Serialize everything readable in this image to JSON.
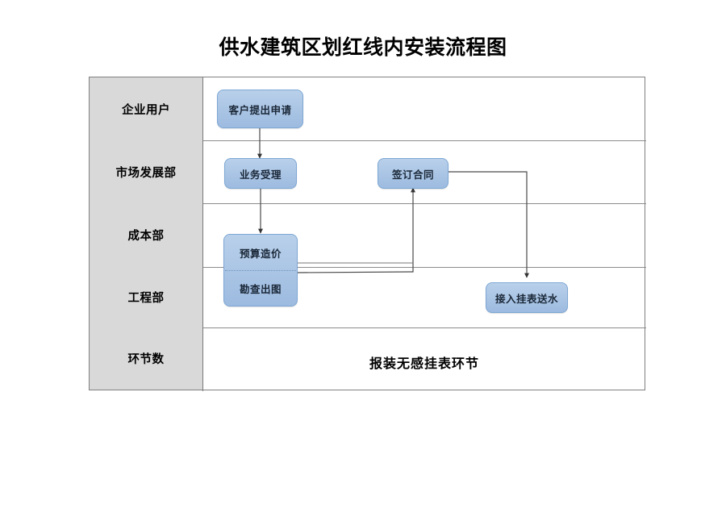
{
  "page": {
    "title": "供水建筑区划红线内安装流程图",
    "background_color": "#ffffff"
  },
  "colors": {
    "node_fill": "#a9c4e4",
    "node_border": "#7da7d4",
    "lane_label_fill": "#d9d9d9",
    "table_border": "#808080",
    "connector": "#404040",
    "text": "#000000"
  },
  "table": {
    "lanes": [
      {
        "id": "lane-enterprise-user",
        "label": "企业用户"
      },
      {
        "id": "lane-market-development",
        "label": "市场发展部"
      },
      {
        "id": "lane-cost-department",
        "label": "成本部"
      },
      {
        "id": "lane-engineering-department",
        "label": "工程部"
      },
      {
        "id": "lane-step-count",
        "label": "环节数"
      }
    ],
    "summary": "报装无感挂表环节"
  },
  "chart_data": {
    "type": "diagram",
    "title": "供水建筑区划红线内安装流程图",
    "swimlanes": [
      "企业用户",
      "市场发展部",
      "成本部",
      "工程部",
      "环节数"
    ],
    "nodes": [
      {
        "id": "n1",
        "label": "客户提出申请",
        "lane": "企业用户"
      },
      {
        "id": "n2",
        "label": "业务受理",
        "lane": "市场发展部"
      },
      {
        "id": "n3",
        "label": "签订合同",
        "lane": "市场发展部"
      },
      {
        "id": "n4a",
        "label": "预算造价",
        "lane": "成本部"
      },
      {
        "id": "n4b",
        "label": "勘查出图",
        "lane": "工程部"
      },
      {
        "id": "n5",
        "label": "接入挂表送水",
        "lane": "工程部"
      }
    ],
    "edges": [
      {
        "from": "n1",
        "to": "n2"
      },
      {
        "from": "n2",
        "to": "n4a"
      },
      {
        "from": "n4b",
        "to": "n3"
      },
      {
        "from": "n3",
        "to": "n5"
      }
    ],
    "summary_label": "报装无感挂表环节"
  },
  "nodes": {
    "customer_application": "客户提出申请",
    "business_acceptance": "业务受理",
    "sign_contract": "签订合同",
    "budget_cost": "预算造价",
    "survey_drawing": "勘查出图",
    "connect_meter_water": "接入挂表送水"
  }
}
